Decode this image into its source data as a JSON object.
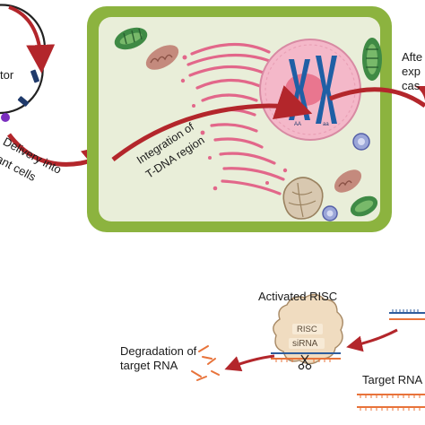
{
  "labels": {
    "vector_fragment": "tor",
    "delivery_line1": "Delivery into",
    "delivery_line2": "lant cells",
    "integration_line1": "Integration of",
    "integration_line2": "T-DNA region",
    "after_line1": "Afte",
    "after_line2": "exp",
    "after_line3": "cas",
    "allele_left": "AA",
    "allele_right": "aa",
    "activated_risc": "Activated RISC",
    "risc": "RISC",
    "sirna": "siRNA",
    "degradation_line1": "Degradation of",
    "degradation_line2": "target RNA",
    "target_rna": "Target RNA"
  },
  "colors": {
    "cell_wall": "#8cb33f",
    "cytoplasm": "#e9eed9",
    "arrow_red": "#b3262b",
    "nucleus": "#f4b8c9",
    "nucleolus": "#e9768f",
    "golgi": "#e2678a",
    "chromosome": "#1f5fa5",
    "mitochondria": "#c48a7d",
    "chloroplast": "#3f8a45",
    "vacuole": "#d8c8b0",
    "rna_orange": "#e8733a",
    "rna_blue": "#2f5d9c",
    "risc_body": "#f0dcc0"
  }
}
